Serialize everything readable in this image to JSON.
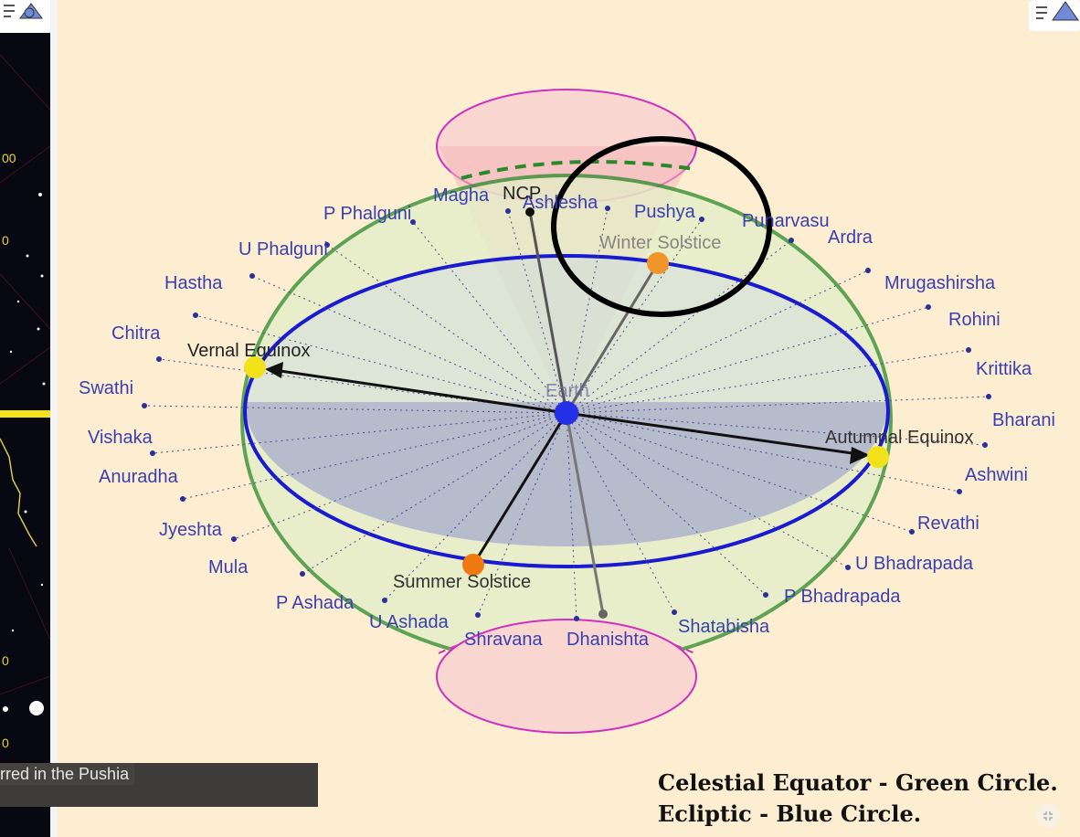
{
  "subtitle": "rred in the Pushia",
  "legend": {
    "line1": "Celestial Equator - Green Circle.",
    "line2": "Ecliptic - Blue Circle."
  },
  "colors": {
    "background": "#fdeed2",
    "celestial_equator": "#2a8a2a",
    "ecliptic": "#1a1ad0",
    "cone": "#d030c0",
    "highlight_circle": "#000000"
  },
  "labels": {
    "ncp": "NCP",
    "earth": "Earth",
    "winter_solstice": "Winter Solstice",
    "summer_solstice": "Summer Solstice",
    "vernal_equinox": "Vernal Equinox",
    "autumnal_equinox": "Autumnal Equinox"
  },
  "nakshatras": {
    "magha": "Magha",
    "ashlesha": "Ashlesha",
    "pushya": "Pushya",
    "punarvasu": "Punarvasu",
    "ardra": "Ardra",
    "mrugashirsha": "Mrugashirsha",
    "rohini": "Rohini",
    "krittika": "Krittika",
    "bharani": "Bharani",
    "ashwini": "Ashwini",
    "revathi": "Revathi",
    "u_bhadrapada": "U Bhadrapada",
    "p_bhadrapada": "P Bhadrapada",
    "shatabisha": "Shatabisha",
    "dhanishta": "Dhanishta",
    "shravana": "Shravana",
    "u_ashada": "U Ashada",
    "p_ashada": "P Ashada",
    "mula": "Mula",
    "jyeshta": "Jyeshta",
    "anuradha": "Anuradha",
    "vishaka": "Vishaka",
    "swathi": "Swathi",
    "chitra": "Chitra",
    "hastha": "Hastha",
    "u_phalguni": "U Phalguni",
    "p_phalguni": "P Phalguni"
  },
  "left_panel": {
    "label_1": "00",
    "label_2": "0",
    "label_3": "0",
    "label_4": "0"
  },
  "icons": {
    "left_toolbar": "graphics-view-icon",
    "right_toolbar": "3d-view-icon",
    "corner": "fullscreen-icon"
  }
}
